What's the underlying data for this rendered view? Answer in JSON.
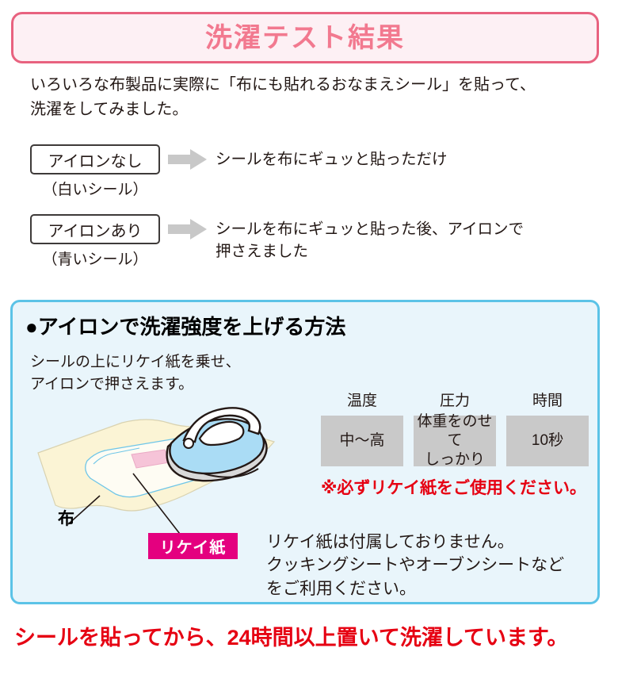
{
  "banner": {
    "title": "洗濯テスト結果",
    "border_color": "#e8627f",
    "fill_color": "#fdf0f4",
    "text_color": "#f2798f"
  },
  "intro": {
    "line1": "いろいろな布製品に実際に「布にも貼れるおなまえシール」を貼って、",
    "line2": "洗濯をしてみました。"
  },
  "conditions": [
    {
      "box_label": "アイロンなし",
      "sub_label": "（白いシール）",
      "arrow_icon": "right-arrow-icon",
      "description_line1": "シールを布にギュッと貼っただけ",
      "description_line2": ""
    },
    {
      "box_label": "アイロンあり",
      "sub_label": "（青いシール）",
      "arrow_icon": "right-arrow-icon",
      "description_line1": "シールを布にギュッと貼った後、アイロンで",
      "description_line2": "押さえました"
    }
  ],
  "panel": {
    "heading": "●アイロンで洗濯強度を上げる方法",
    "sub_line1": "シールの上にリケイ紙を乗せ、",
    "sub_line2": "アイロンで押さえます。",
    "border_color": "#5cc3e7",
    "fill_color": "#e9f5fb",
    "illustration": {
      "cloth_label": "布",
      "release_paper_badge": "リケイ紙",
      "badge_color": "#e4007f",
      "iron_color": "#aadcf5",
      "cloth_color": "#fbf4d5",
      "sticker_color": "#f6c4d8"
    },
    "spec_table": {
      "columns": [
        {
          "header": "温度",
          "value_line1": "中〜高",
          "value_line2": ""
        },
        {
          "header": "圧力",
          "value_line1": "体重をのせて",
          "value_line2": "しっかり"
        },
        {
          "header": "時間",
          "value_line1": "10秒",
          "value_line2": ""
        }
      ],
      "cell_color": "#c9c9c9"
    },
    "warning": "※必ずリケイ紙をご使用ください。",
    "warning_color": "#e60012",
    "note_line1": "リケイ紙は付属しておりません。",
    "note_line2": "クッキングシートやオーブンシートなど",
    "note_line3": "をご利用ください。"
  },
  "bottom_note": {
    "text": "シールを貼ってから、24時間以上置いて洗濯しています。",
    "color": "#e60012"
  }
}
